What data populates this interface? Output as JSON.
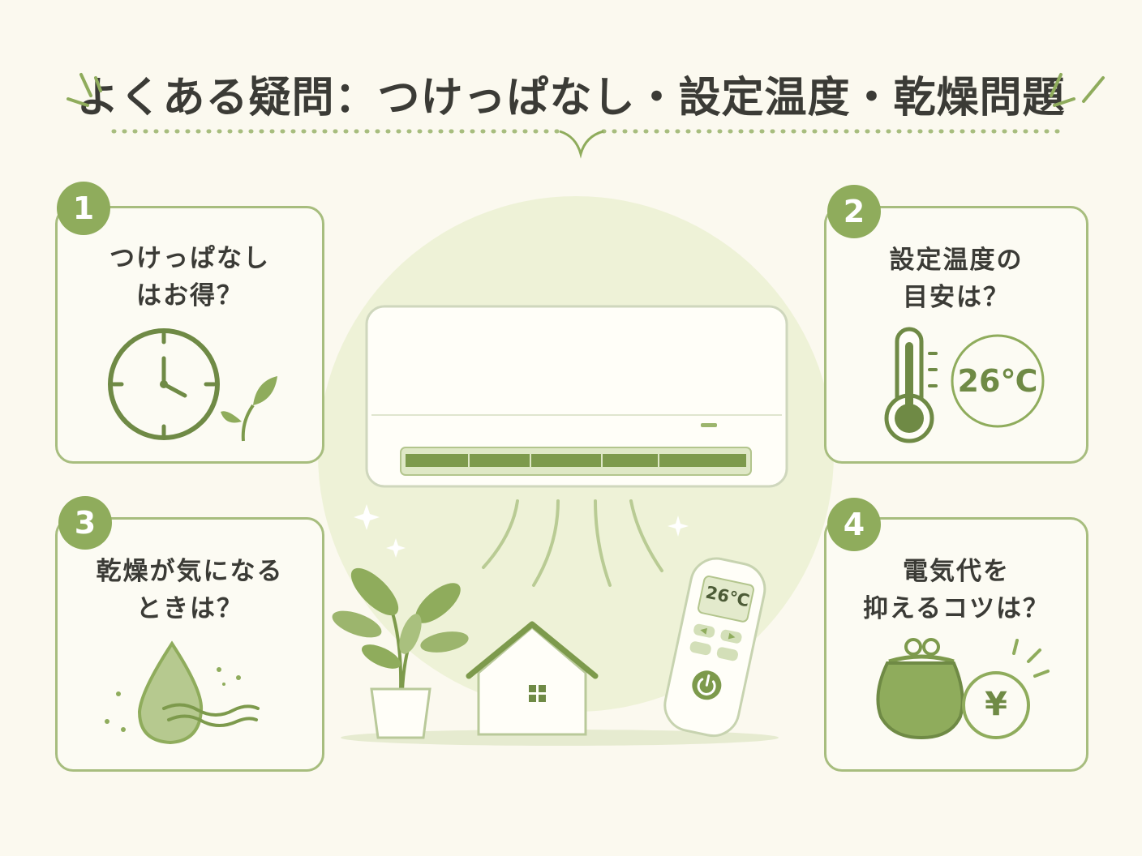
{
  "header": {
    "title": "よくある疑問：つけっぱなし・設定温度・乾燥問題"
  },
  "cards": [
    {
      "number": "1",
      "line1": "つけっぱなし",
      "line2": "はお得？"
    },
    {
      "number": "2",
      "line1": "設定温度の",
      "line2": "目安は？",
      "temperature": "26℃"
    },
    {
      "number": "3",
      "line1": "乾燥が気になる",
      "line2": "ときは？"
    },
    {
      "number": "4",
      "line1": "電気代を",
      "line2": "抑えるコツは？",
      "currency": "¥"
    }
  ],
  "remote": {
    "display": "26℃"
  },
  "colors": {
    "background": "#fbf9ef",
    "accent_green": "#8fac5c",
    "dark_green": "#6f8a45",
    "card_border": "#a7bd7e"
  },
  "icons": [
    "clock-icon",
    "leaf-icon",
    "thermometer-icon",
    "water-drop-icon",
    "coin-purse-icon",
    "yen-coin-icon",
    "air-conditioner-icon",
    "house-icon",
    "plant-icon",
    "remote-control-icon"
  ]
}
